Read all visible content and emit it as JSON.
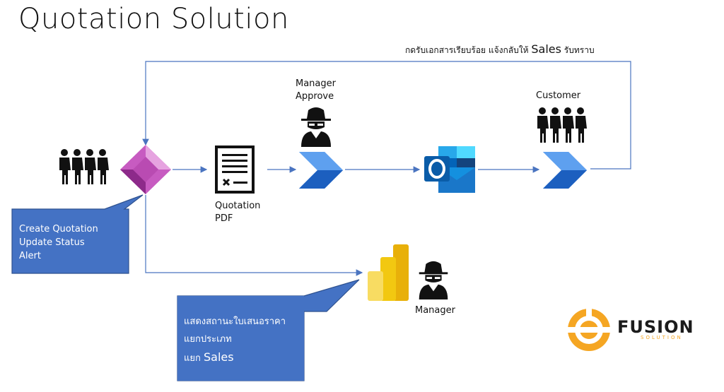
{
  "title": "Quotation Solution",
  "top_note": {
    "thai": "กดรับเอกสารเรียบร้อย แจ้งกลับให้",
    "sales": "Sales",
    "tail": "รับทราบ"
  },
  "labels": {
    "manager_approve": [
      "Manager",
      "Approve"
    ],
    "customer": "Customer",
    "quotation_pdf": [
      "Quotation",
      "PDF"
    ],
    "manager": "Manager"
  },
  "callout_app": [
    "Create Quotation",
    "Update Status",
    "Alert"
  ],
  "callout_report": {
    "line1": "แสดงสถานะใบเสนอราคา",
    "line2": "แยกประเภท",
    "line3_prefix": "แยก",
    "line3_sales": "Sales"
  },
  "logo": {
    "name": "FUSION",
    "sub": "SOLUTION"
  },
  "colors": {
    "arrow": "#4a74c0",
    "callout_fill": "#4472c4",
    "callout_border": "#2f528f",
    "powerapps": "#b94bb2",
    "automate": "#2f7de1",
    "outlook": "#0f6cbd",
    "powerbi": "#f2c811",
    "logo_orange": "#f5a623"
  },
  "icons": [
    "people-group-icon",
    "power-apps-icon",
    "document-icon",
    "spy-icon",
    "power-automate-icon",
    "outlook-icon",
    "power-bi-icon",
    "fusion-logo-icon"
  ]
}
